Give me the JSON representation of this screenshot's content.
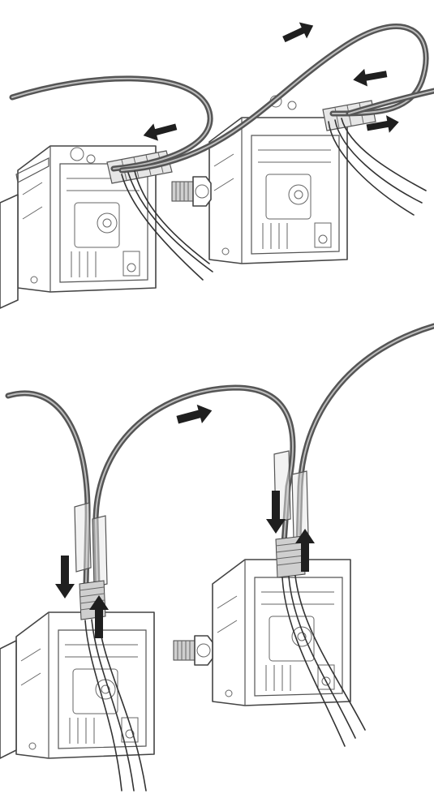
{
  "figure": {
    "panels": [
      {
        "id": "top",
        "arrows": [
          {
            "direction": "up-right",
            "meaning": "cable-out"
          },
          {
            "direction": "left",
            "meaning": "cable-in"
          },
          {
            "direction": "left",
            "meaning": "cable-in"
          },
          {
            "direction": "right",
            "meaning": "cable-out"
          }
        ]
      },
      {
        "id": "bottom",
        "arrows": [
          {
            "direction": "right",
            "meaning": "cable-out"
          },
          {
            "direction": "down",
            "meaning": "insert"
          },
          {
            "direction": "up",
            "meaning": "extract"
          },
          {
            "direction": "down",
            "meaning": "insert"
          },
          {
            "direction": "up",
            "meaning": "extract"
          }
        ]
      }
    ],
    "colors": {
      "line": "#444444",
      "cable": "#555555",
      "arrow": "#1f1f1f",
      "background": "#ffffff"
    }
  }
}
